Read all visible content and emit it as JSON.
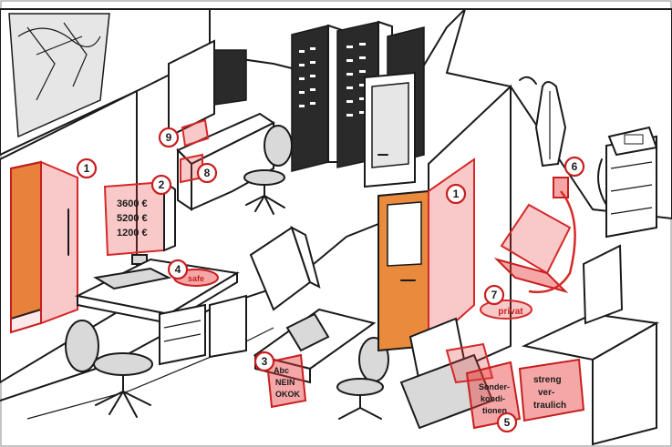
{
  "colors": {
    "highlight": "#d62828",
    "door": "#e98a3c",
    "ink": "#1a1a1a"
  },
  "badges": [
    "1",
    "2",
    "3",
    "4",
    "5",
    "6",
    "7",
    "8",
    "9",
    "1"
  ],
  "monitor_values": [
    "3600 €",
    "5200 €",
    "1200 €"
  ],
  "mousepad_left": "safe",
  "mousepad_right": "privat",
  "sticky_note": [
    "Abc",
    "NEIN",
    "OKOK"
  ],
  "paper_special": [
    "Sonder-",
    "kondi-",
    "tionen"
  ],
  "paper_confidential": [
    "streng",
    "ver-",
    "traulich"
  ],
  "icons": [
    "computer-monitor-icon",
    "desk-phone-icon",
    "laptop-icon",
    "coat-hook-icon"
  ]
}
